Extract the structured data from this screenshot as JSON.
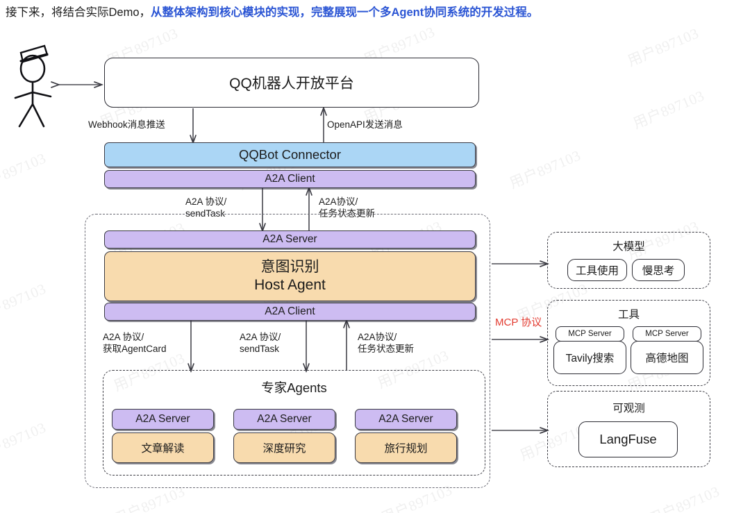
{
  "headline": {
    "plain": "接下来，将结合实际Demo，",
    "accent": "从整体架构到核心模块的实现，完整展现一个多Agent协同系统的开发过程。",
    "accent_color": "#2b55d4"
  },
  "watermark": {
    "text": "用户897103"
  },
  "diagram": {
    "actor": {
      "name": "user-stick-figure"
    },
    "platform": {
      "label": "QQ机器人开放平台"
    },
    "connector": {
      "title": "QQBot Connector",
      "a2a_client": "A2A Client",
      "colors": {
        "blue": "#abd6f5",
        "purple": "#cdbcf2",
        "orange": "#f8dbae"
      }
    },
    "host_group": {
      "a2a_server": "A2A Server",
      "host_line1": "意图识别",
      "host_line2": "Host Agent",
      "a2a_client": "A2A Client"
    },
    "experts_group": {
      "title": "专家Agents",
      "agents": [
        {
          "server": "A2A Server",
          "name": "文章解读"
        },
        {
          "server": "A2A Server",
          "name": "深度研究"
        },
        {
          "server": "A2A Server",
          "name": "旅行规划"
        }
      ]
    },
    "right_panels": [
      {
        "title": "大模型",
        "items": [
          {
            "label": "工具使用"
          },
          {
            "label": "慢思考"
          }
        ]
      },
      {
        "title": "工具",
        "items": [
          {
            "tab": "MCP Server",
            "label": "Tavily搜索"
          },
          {
            "tab": "MCP Server",
            "label": "高德地图"
          }
        ]
      },
      {
        "title": "可观测",
        "items": [
          {
            "label": "LangFuse"
          }
        ]
      }
    ],
    "edge_labels": {
      "webhook": "Webhook消息推送",
      "openapi": "OpenAPI发送消息",
      "conn_send_l1": "A2A 协议/",
      "conn_send_l2": "sendTask",
      "conn_status_l1": "A2A协议/",
      "conn_status_l2": "任务状态更新",
      "exp_card_l1": "A2A 协议/",
      "exp_card_l2": "获取AgentCard",
      "exp_send_l1": "A2A 协议/",
      "exp_send_l2": "sendTask",
      "exp_status_l1": "A2A协议/",
      "exp_status_l2": "任务状态更新",
      "mcp": "MCP 协议",
      "mcp_color": "#e23b30"
    }
  }
}
